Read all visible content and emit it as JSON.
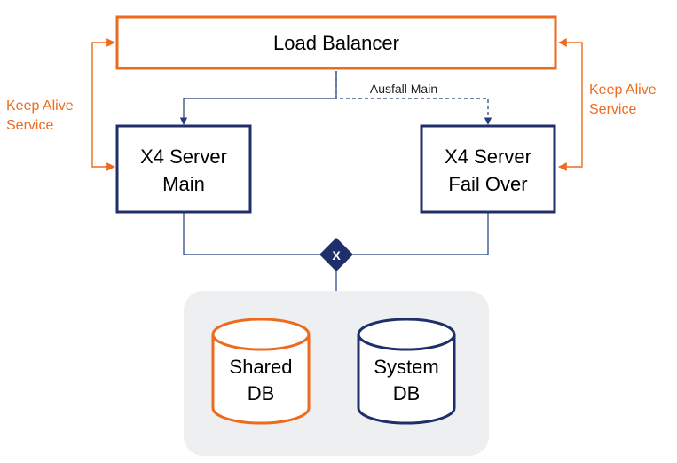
{
  "colors": {
    "accent_orange": "#ED6B1F",
    "navy": "#1F2F6B",
    "line_blue": "#1F3D7A",
    "db_panel": "#EEEFF1",
    "white": "#FFFFFF"
  },
  "load_balancer": {
    "label": "Load Balancer"
  },
  "servers": {
    "main": {
      "line1": "X4 Server",
      "line2": "Main"
    },
    "failover": {
      "line1": "X4 Server",
      "line2": "Fail Over"
    }
  },
  "failover_link": {
    "label": "Ausfall Main"
  },
  "keep_alive": {
    "left": {
      "line1": "Keep Alive",
      "line2": "Service"
    },
    "right": {
      "line1": "Keep Alive",
      "line2": "Service"
    }
  },
  "gateway": {
    "symbol": "X",
    "icon": "exclusive-gateway-icon"
  },
  "databases": {
    "shared": {
      "line1": "Shared",
      "line2": "DB"
    },
    "system": {
      "line1": "System",
      "line2": "DB"
    }
  }
}
